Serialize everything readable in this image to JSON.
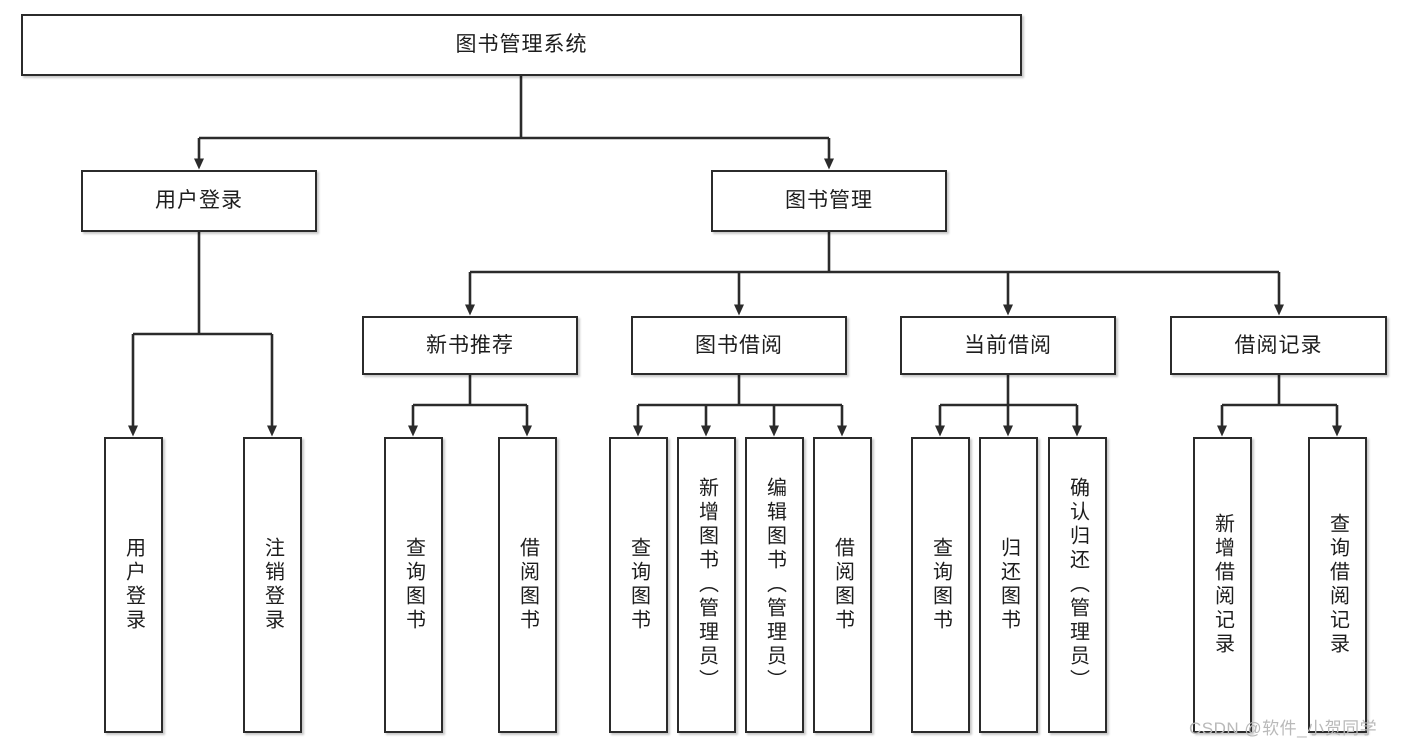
{
  "diagram": {
    "type": "tree-hierarchy",
    "title": "图书管理系统",
    "watermark": "CSDN @软件_小贺同学",
    "colors": {
      "node_border": "#2b2b2b",
      "node_fill": "#ffffff",
      "connector": "#2b2b2b",
      "text": "#1d1d1d",
      "watermark": "#b9b9b9",
      "background": "#ffffff"
    },
    "nodes": {
      "root": {
        "label": "图书管理系统",
        "level": 1
      },
      "l2": [
        {
          "id": "user-login",
          "label": "用户登录",
          "level": 2
        },
        {
          "id": "book-manage",
          "label": "图书管理",
          "level": 2
        }
      ],
      "l3": [
        {
          "id": "new-book-recommend",
          "label": "新书推荐",
          "level": 3
        },
        {
          "id": "book-borrow",
          "label": "图书借阅",
          "level": 3
        },
        {
          "id": "current-borrow",
          "label": "当前借阅",
          "level": 3
        },
        {
          "id": "borrow-record",
          "label": "借阅记录",
          "level": 3
        }
      ],
      "leaves": {
        "user-login": [
          {
            "id": "leaf-user-login",
            "label": "用户登录"
          },
          {
            "id": "leaf-user-logout",
            "label": "注销登录"
          }
        ],
        "new-book-recommend": [
          {
            "id": "leaf-query-book-1",
            "label": "查询图书"
          },
          {
            "id": "leaf-borrow-book-1",
            "label": "借阅图书"
          }
        ],
        "book-borrow": [
          {
            "id": "leaf-query-book-2",
            "label": "查询图书"
          },
          {
            "id": "leaf-add-book",
            "label": "新增图书（管理员）"
          },
          {
            "id": "leaf-edit-book",
            "label": "编辑图书（管理员）"
          },
          {
            "id": "leaf-borrow-book-2",
            "label": "借阅图书"
          }
        ],
        "current-borrow": [
          {
            "id": "leaf-query-book-3",
            "label": "查询图书"
          },
          {
            "id": "leaf-return-book",
            "label": "归还图书"
          },
          {
            "id": "leaf-confirm-return",
            "label": "确认归还（管理员）"
          }
        ],
        "borrow-record": [
          {
            "id": "leaf-add-record",
            "label": "新增借阅记录"
          },
          {
            "id": "leaf-query-record",
            "label": "查询借阅记录"
          }
        ]
      }
    },
    "edges": [
      {
        "from": "图书管理系统",
        "to": "用户登录"
      },
      {
        "from": "图书管理系统",
        "to": "图书管理"
      },
      {
        "from": "用户登录",
        "to": "用户登录"
      },
      {
        "from": "用户登录",
        "to": "注销登录"
      },
      {
        "from": "图书管理",
        "to": "新书推荐"
      },
      {
        "from": "图书管理",
        "to": "图书借阅"
      },
      {
        "from": "图书管理",
        "to": "当前借阅"
      },
      {
        "from": "图书管理",
        "to": "借阅记录"
      },
      {
        "from": "新书推荐",
        "to": "查询图书"
      },
      {
        "from": "新书推荐",
        "to": "借阅图书"
      },
      {
        "from": "图书借阅",
        "to": "查询图书"
      },
      {
        "from": "图书借阅",
        "to": "新增图书（管理员）"
      },
      {
        "from": "图书借阅",
        "to": "编辑图书（管理员）"
      },
      {
        "from": "图书借阅",
        "to": "借阅图书"
      },
      {
        "from": "当前借阅",
        "to": "查询图书"
      },
      {
        "from": "当前借阅",
        "to": "归还图书"
      },
      {
        "from": "当前借阅",
        "to": "确认归还（管理员）"
      },
      {
        "from": "借阅记录",
        "to": "新增借阅记录"
      },
      {
        "from": "借阅记录",
        "to": "查询借阅记录"
      }
    ]
  }
}
